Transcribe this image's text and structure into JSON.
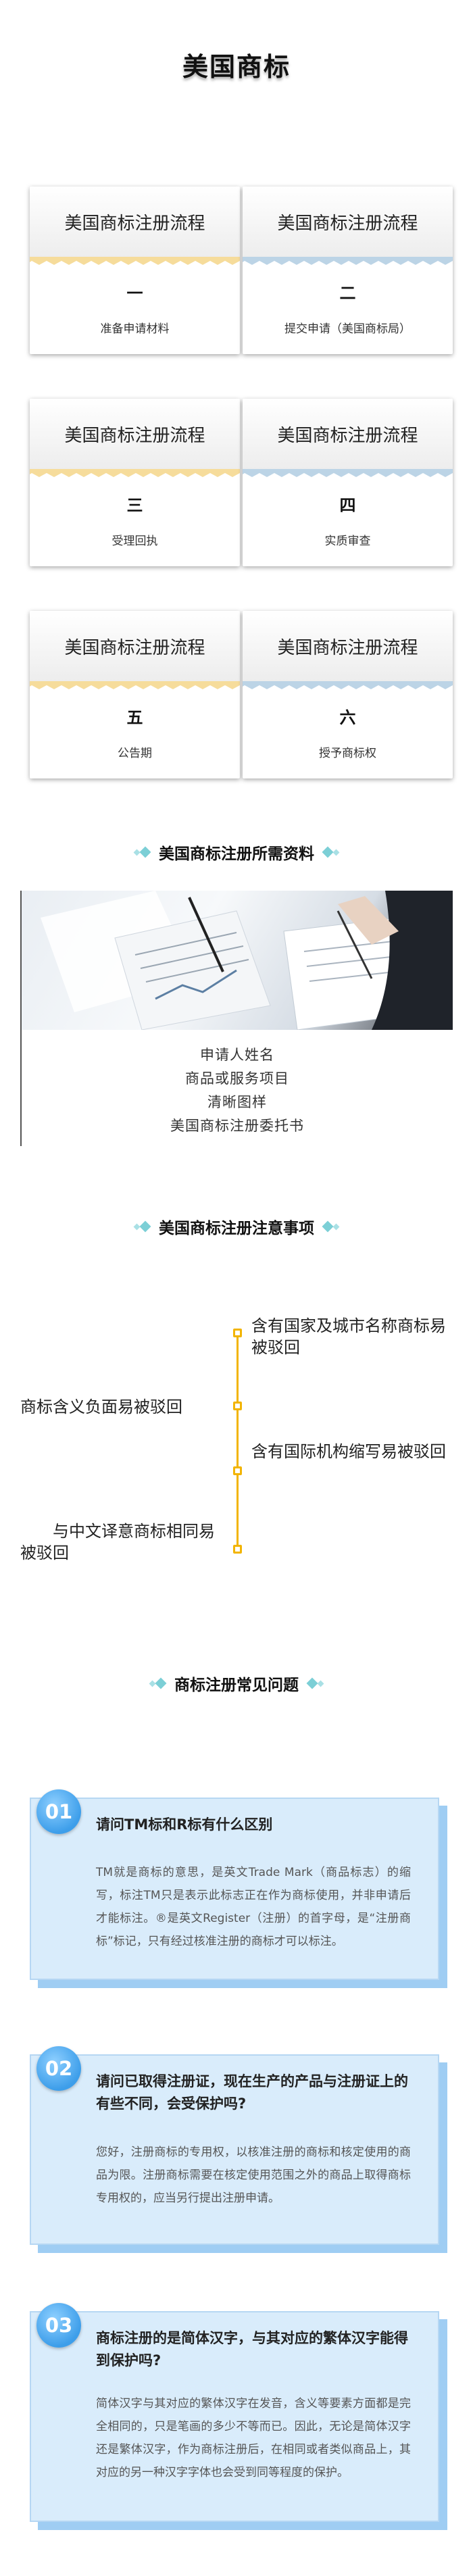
{
  "page": {
    "title": "美国商标"
  },
  "process": {
    "cards": [
      {
        "head": "美国商标注册流程",
        "num": "一",
        "label": "准备申请材料",
        "zig_color": "#f6dc9b"
      },
      {
        "head": "美国商标注册流程",
        "num": "二",
        "label": "提交申请（美国商标局）",
        "zig_color": "#bcd4e6"
      },
      {
        "head": "美国商标注册流程",
        "num": "三",
        "label": "受理回执",
        "zig_color": "#f6dc9b"
      },
      {
        "head": "美国商标注册流程",
        "num": "四",
        "label": "实质审查",
        "zig_color": "#bcd4e6"
      },
      {
        "head": "美国商标注册流程",
        "num": "五",
        "label": "公告期",
        "zig_color": "#f6dc9b"
      },
      {
        "head": "美国商标注册流程",
        "num": "六",
        "label": "授予商标权",
        "zig_color": "#bcd4e6"
      }
    ]
  },
  "materials": {
    "title": "美国商标注册所需资料",
    "items": [
      "申请人姓名",
      "商品或服务项目",
      "清晰图样",
      "美国商标注册委托书"
    ]
  },
  "notes": {
    "title": "美国商标注册注意事项",
    "items": [
      "含有国家及城市名称商标易被驳回",
      "商标含义负面易被驳回",
      "含有国际机构缩写易被驳回",
      "与中文译意商标相同易被驳回"
    ],
    "line_color": "#f2b400"
  },
  "faq": {
    "title": "商标注册常见问题",
    "items": [
      {
        "num": "01",
        "q": "请问TM标和R标有什么区别",
        "a": "TM就是商标的意思，是英文Trade Mark（商品标志）的缩写，标注TM只是表示此标志正在作为商标使用，并非申请后才能标注。®是英文Register（注册）的首字母，是“注册商标”标记，只有经过核准注册的商标才可以标注。"
      },
      {
        "num": "02",
        "q": "请问已取得注册证，现在生产的产品与注册证上的有些不同，会受保护吗?",
        "a": "您好，注册商标的专用权，以核准注册的商标和核定使用的商品为限。注册商标需要在核定使用范围之外的商品上取得商标专用权的，应当另行提出注册申请。"
      },
      {
        "num": "03",
        "q": "商标注册的是简体汉字，与其对应的繁体汉字能得到保护吗?",
        "a": "简体汉字与其对应的繁体汉字在发音，含义等要素方面都是完全相同的，只是笔画的多少不等而已。因此，无论是简体汉字还是繁体汉字，作为商标注册后，在相同或者类似商品上，其对应的另一种汉字字体也会受到同等程度的保护。"
      }
    ]
  },
  "colors": {
    "accent": "#7ccfd6",
    "faq_bg": "#d9ecfb",
    "faq_shadow": "#9fcdf3",
    "badge": "#3d9eea"
  }
}
